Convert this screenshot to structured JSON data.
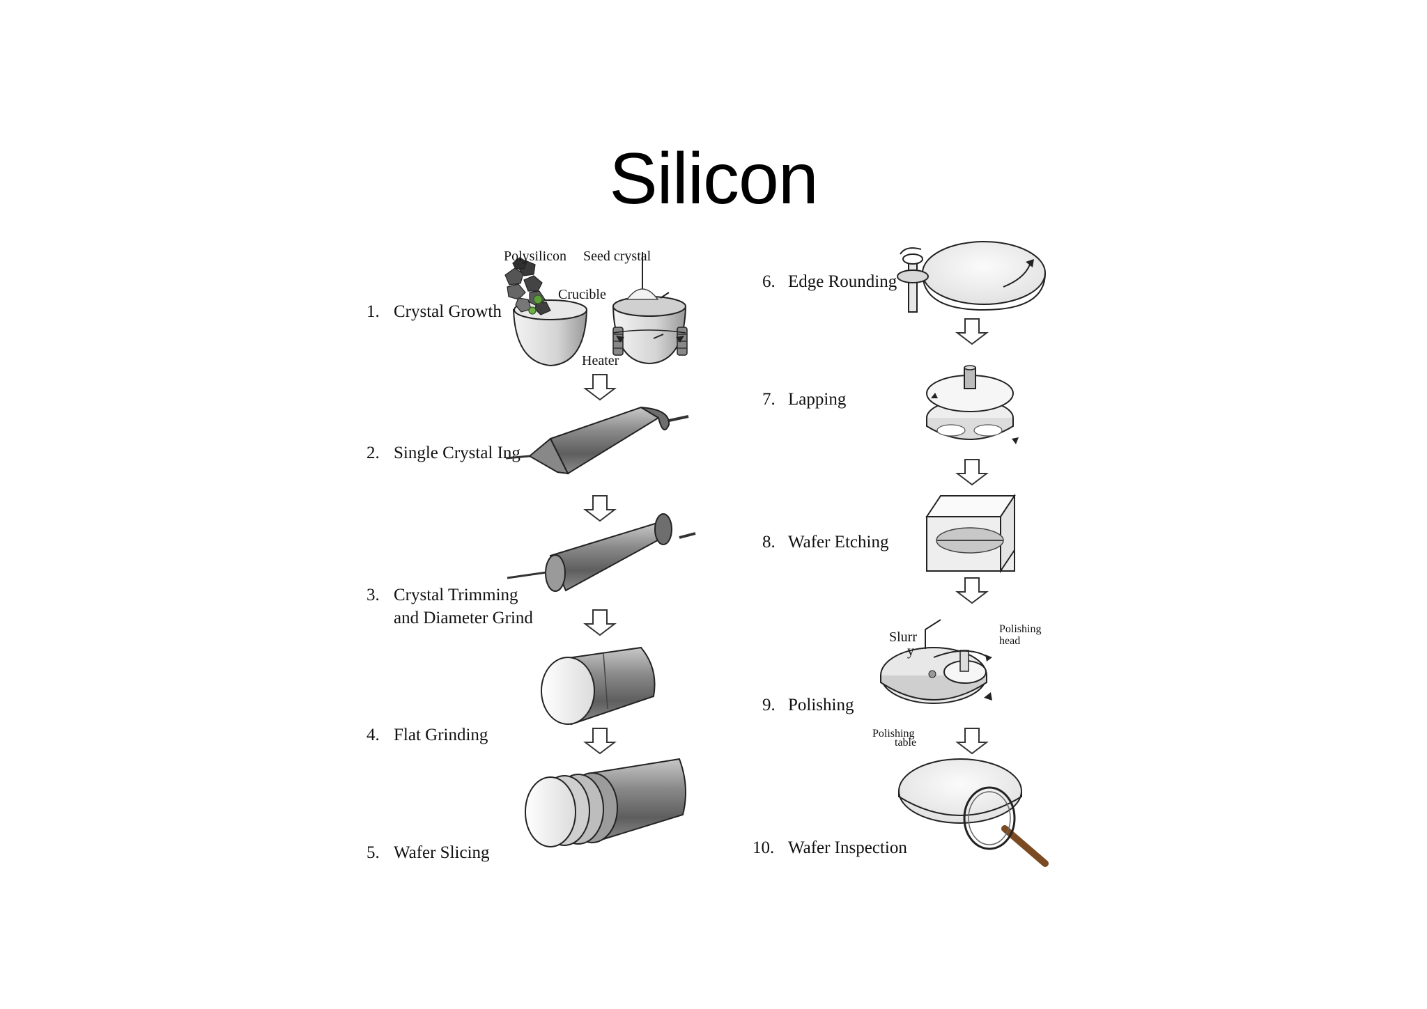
{
  "title": "Silicon",
  "steps": [
    {
      "num": "1.",
      "label": "Crystal Growth"
    },
    {
      "num": "2.",
      "label": "Single Crystal Ing"
    },
    {
      "num": "3.",
      "label": "Crystal Trimming",
      "label2": "and Diameter Grind"
    },
    {
      "num": "4.",
      "label": "Flat Grinding"
    },
    {
      "num": "5.",
      "label": "Wafer Slicing"
    },
    {
      "num": "6.",
      "label": "Edge Rounding"
    },
    {
      "num": "7.",
      "label": "Lapping"
    },
    {
      "num": "8.",
      "label": "Wafer Etching"
    },
    {
      "num": "9.",
      "label": "Polishing"
    },
    {
      "num": "10.",
      "label": "Wafer Inspection"
    }
  ],
  "annotations": {
    "polysilicon": "Polysilicon",
    "seed_crystal": "Seed crystal",
    "crucible": "Crucible",
    "heater": "Heater",
    "slurry_1": "Slurr",
    "slurry_2": "y",
    "polishing_head_1": "Polishing",
    "polishing_head_2": "head",
    "polishing_table_1": "Polishing",
    "polishing_table_2": "table"
  }
}
